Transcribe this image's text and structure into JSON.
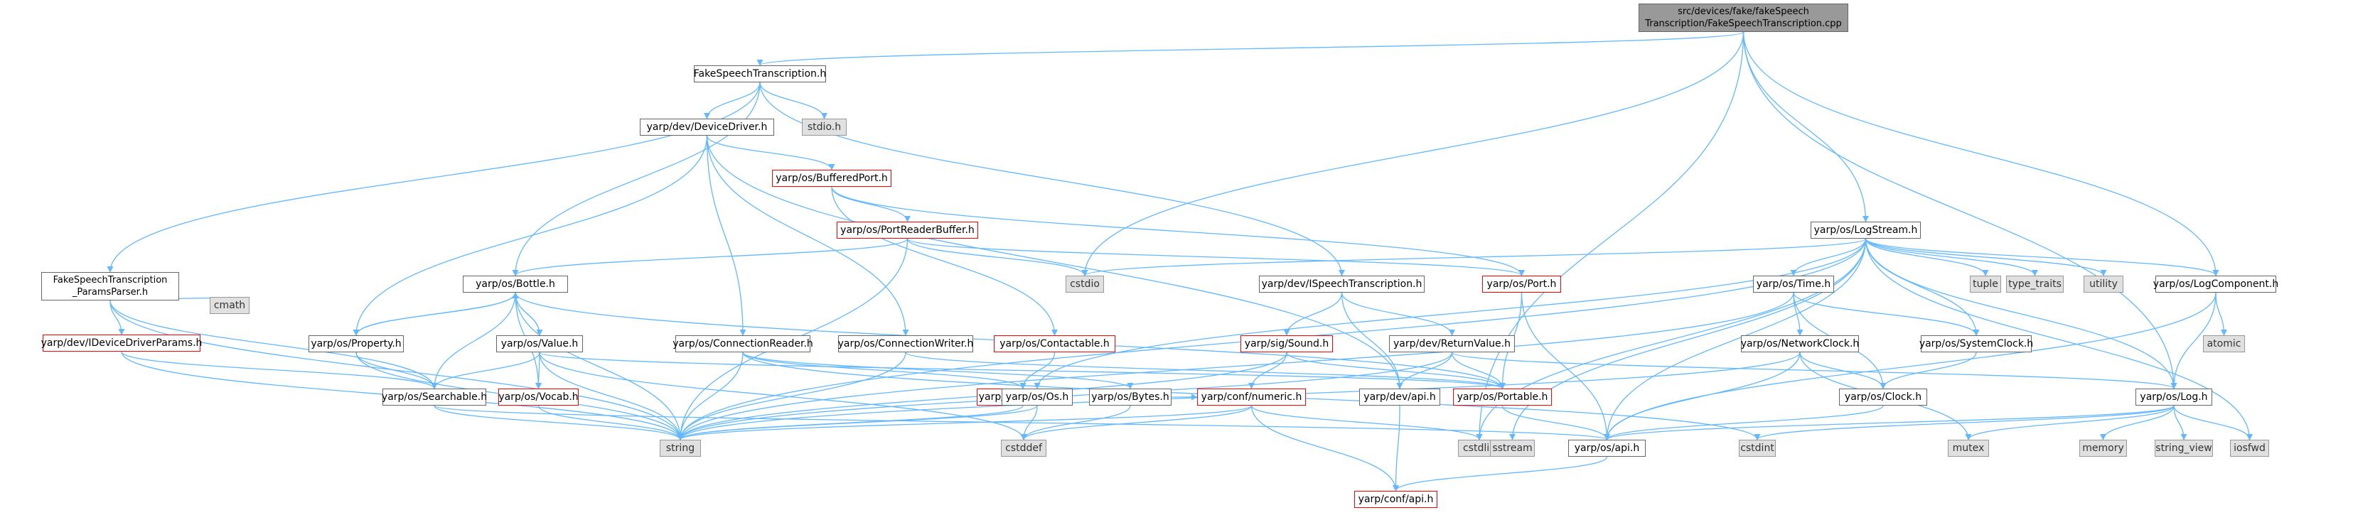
{
  "graph": {
    "colors": {
      "edge": "#63b8ff",
      "node_border": "#666666",
      "system_fill": "#e0e0e0",
      "incomplete_border": "#ff0000",
      "root_fill": "#999999"
    },
    "nodes": [
      {
        "id": "root",
        "label": "src/devices/fake/fakeSpeech\nTranscription/FakeSpeechTranscription.cpp",
        "kind": "root"
      },
      {
        "id": "fst_h",
        "label": "FakeSpeechTranscription.h",
        "kind": "normal"
      },
      {
        "id": "stdio_h",
        "label": "stdio.h",
        "kind": "system"
      },
      {
        "id": "devicedriver",
        "label": "yarp/dev/DeviceDriver.h",
        "kind": "normal"
      },
      {
        "id": "bufferedport",
        "label": "yarp/os/BufferedPort.h",
        "kind": "incomplete"
      },
      {
        "id": "portreaderbuffer",
        "label": "yarp/os/PortReaderBuffer.h",
        "kind": "incomplete"
      },
      {
        "id": "fst_parser",
        "label": "FakeSpeechTranscription\n_ParamsParser.h",
        "kind": "normal"
      },
      {
        "id": "cmath",
        "label": "cmath",
        "kind": "system"
      },
      {
        "id": "ideviceparams",
        "label": "yarp/dev/IDeviceDriverParams.h",
        "kind": "incomplete"
      },
      {
        "id": "bottle",
        "label": "yarp/os/Bottle.h",
        "kind": "normal"
      },
      {
        "id": "property",
        "label": "yarp/os/Property.h",
        "kind": "normal"
      },
      {
        "id": "value",
        "label": "yarp/os/Value.h",
        "kind": "normal"
      },
      {
        "id": "searchable",
        "label": "yarp/os/Searchable.h",
        "kind": "normal"
      },
      {
        "id": "vocab",
        "label": "yarp/os/Vocab.h",
        "kind": "incomplete"
      },
      {
        "id": "string",
        "label": "string",
        "kind": "system"
      },
      {
        "id": "connreader",
        "label": "yarp/os/ConnectionReader.h",
        "kind": "normal"
      },
      {
        "id": "connwriter",
        "label": "yarp/os/ConnectionWriter.h",
        "kind": "normal"
      },
      {
        "id": "contactable",
        "label": "yarp/os/Contactable.h",
        "kind": "incomplete"
      },
      {
        "id": "contact",
        "label": "yarp/os/Contact.h",
        "kind": "incomplete"
      },
      {
        "id": "cstdio",
        "label": "cstdio",
        "kind": "system"
      },
      {
        "id": "ispeech",
        "label": "yarp/dev/ISpeechTranscription.h",
        "kind": "normal"
      },
      {
        "id": "sound",
        "label": "yarp/sig/Sound.h",
        "kind": "incomplete"
      },
      {
        "id": "returnvalue",
        "label": "yarp/dev/ReturnValue.h",
        "kind": "normal"
      },
      {
        "id": "port",
        "label": "yarp/os/Port.h",
        "kind": "incomplete"
      },
      {
        "id": "os_h",
        "label": "yarp/os/Os.h",
        "kind": "normal"
      },
      {
        "id": "bytes",
        "label": "yarp/os/Bytes.h",
        "kind": "normal"
      },
      {
        "id": "numeric",
        "label": "yarp/conf/numeric.h",
        "kind": "incomplete"
      },
      {
        "id": "devapi",
        "label": "yarp/dev/api.h",
        "kind": "normal"
      },
      {
        "id": "portable",
        "label": "yarp/os/Portable.h",
        "kind": "incomplete"
      },
      {
        "id": "cstddef",
        "label": "cstddef",
        "kind": "system"
      },
      {
        "id": "cstdlib",
        "label": "cstdlib",
        "kind": "system"
      },
      {
        "id": "sstream",
        "label": "sstream",
        "kind": "system"
      },
      {
        "id": "osapi",
        "label": "yarp/os/api.h",
        "kind": "normal"
      },
      {
        "id": "confapi",
        "label": "yarp/conf/api.h",
        "kind": "incomplete"
      },
      {
        "id": "logstream",
        "label": "yarp/os/LogStream.h",
        "kind": "normal"
      },
      {
        "id": "time_h",
        "label": "yarp/os/Time.h",
        "kind": "normal"
      },
      {
        "id": "networkclock",
        "label": "yarp/os/NetworkClock.h",
        "kind": "normal"
      },
      {
        "id": "systemclock",
        "label": "yarp/os/SystemClock.h",
        "kind": "normal"
      },
      {
        "id": "clock",
        "label": "yarp/os/Clock.h",
        "kind": "normal"
      },
      {
        "id": "cstdint",
        "label": "cstdint",
        "kind": "system"
      },
      {
        "id": "mutex",
        "label": "mutex",
        "kind": "system"
      },
      {
        "id": "tuple",
        "label": "tuple",
        "kind": "system"
      },
      {
        "id": "type_traits",
        "label": "type_traits",
        "kind": "system"
      },
      {
        "id": "utility",
        "label": "utility",
        "kind": "system"
      },
      {
        "id": "logcomponent",
        "label": "yarp/os/LogComponent.h",
        "kind": "normal"
      },
      {
        "id": "atomic",
        "label": "atomic",
        "kind": "system"
      },
      {
        "id": "log",
        "label": "yarp/os/Log.h",
        "kind": "normal"
      },
      {
        "id": "memory",
        "label": "memory",
        "kind": "system"
      },
      {
        "id": "string_view",
        "label": "string_view",
        "kind": "system"
      },
      {
        "id": "iosfwd",
        "label": "iosfwd",
        "kind": "system"
      }
    ],
    "edges": [
      [
        "root",
        "fst_h"
      ],
      [
        "root",
        "cstdio"
      ],
      [
        "root",
        "cstdlib"
      ],
      [
        "root",
        "logstream"
      ],
      [
        "root",
        "logcomponent"
      ],
      [
        "root",
        "log"
      ],
      [
        "fst_h",
        "stdio_h"
      ],
      [
        "fst_h",
        "devicedriver"
      ],
      [
        "fst_h",
        "fst_parser"
      ],
      [
        "fst_h",
        "bottle"
      ],
      [
        "fst_h",
        "ispeech"
      ],
      [
        "devicedriver",
        "bufferedport"
      ],
      [
        "devicedriver",
        "property"
      ],
      [
        "devicedriver",
        "connreader"
      ],
      [
        "devicedriver",
        "connwriter"
      ],
      [
        "devicedriver",
        "devapi"
      ],
      [
        "bufferedport",
        "portreaderbuffer"
      ],
      [
        "bufferedport",
        "port"
      ],
      [
        "bufferedport",
        "contactable"
      ],
      [
        "portreaderbuffer",
        "bottle"
      ],
      [
        "portreaderbuffer",
        "cstdio"
      ],
      [
        "portreaderbuffer",
        "string"
      ],
      [
        "portreaderbuffer",
        "port"
      ],
      [
        "fst_parser",
        "cmath"
      ],
      [
        "fst_parser",
        "ideviceparams"
      ],
      [
        "fst_parser",
        "searchable"
      ],
      [
        "fst_parser",
        "string"
      ],
      [
        "ideviceparams",
        "searchable"
      ],
      [
        "ideviceparams",
        "string"
      ],
      [
        "bottle",
        "property"
      ],
      [
        "bottle",
        "value"
      ],
      [
        "bottle",
        "searchable"
      ],
      [
        "bottle",
        "vocab"
      ],
      [
        "bottle",
        "string"
      ],
      [
        "bottle",
        "portable"
      ],
      [
        "property",
        "bottle"
      ],
      [
        "property",
        "searchable"
      ],
      [
        "property",
        "string"
      ],
      [
        "value",
        "bottle"
      ],
      [
        "value",
        "searchable"
      ],
      [
        "value",
        "vocab"
      ],
      [
        "value",
        "string"
      ],
      [
        "value",
        "cstddef"
      ],
      [
        "value",
        "portable"
      ],
      [
        "searchable",
        "string"
      ],
      [
        "searchable",
        "osapi"
      ],
      [
        "vocab",
        "string"
      ],
      [
        "connreader",
        "contact"
      ],
      [
        "connreader",
        "string"
      ],
      [
        "connreader",
        "bytes"
      ],
      [
        "connreader",
        "cstdint"
      ],
      [
        "connwriter",
        "string"
      ],
      [
        "connwriter",
        "portable"
      ],
      [
        "contactable",
        "contact"
      ],
      [
        "contact",
        "string"
      ],
      [
        "ispeech",
        "sound"
      ],
      [
        "ispeech",
        "returnvalue"
      ],
      [
        "ispeech",
        "devapi"
      ],
      [
        "sound",
        "numeric"
      ],
      [
        "sound",
        "string"
      ],
      [
        "sound",
        "portable"
      ],
      [
        "returnvalue",
        "devapi"
      ],
      [
        "returnvalue",
        "portable"
      ],
      [
        "returnvalue",
        "log"
      ],
      [
        "returnvalue",
        "string"
      ],
      [
        "port",
        "portable"
      ],
      [
        "port",
        "osapi"
      ],
      [
        "os_h",
        "string"
      ],
      [
        "os_h",
        "cstddef"
      ],
      [
        "bytes",
        "cstddef"
      ],
      [
        "bytes",
        "numeric"
      ],
      [
        "numeric",
        "confapi"
      ],
      [
        "numeric",
        "cstddef"
      ],
      [
        "numeric",
        "cstdlib"
      ],
      [
        "numeric",
        "string"
      ],
      [
        "devapi",
        "confapi"
      ],
      [
        "portable",
        "osapi"
      ],
      [
        "osapi",
        "confapi"
      ],
      [
        "logstream",
        "cstdio"
      ],
      [
        "logstream",
        "string"
      ],
      [
        "logstream",
        "time_h"
      ],
      [
        "logstream",
        "tuple"
      ],
      [
        "logstream",
        "type_traits"
      ],
      [
        "logstream",
        "utility"
      ],
      [
        "logstream",
        "logcomponent"
      ],
      [
        "logstream",
        "log"
      ],
      [
        "logstream",
        "iosfwd"
      ],
      [
        "logstream",
        "sstream"
      ],
      [
        "logstream",
        "os_h"
      ],
      [
        "logstream",
        "osapi"
      ],
      [
        "logstream",
        "systemclock"
      ],
      [
        "logstream",
        "cstdlib"
      ],
      [
        "time_h",
        "networkclock"
      ],
      [
        "time_h",
        "systemclock"
      ],
      [
        "time_h",
        "clock"
      ],
      [
        "time_h",
        "string"
      ],
      [
        "networkclock",
        "clock"
      ],
      [
        "networkclock",
        "mutex"
      ],
      [
        "networkclock",
        "osapi"
      ],
      [
        "networkclock",
        "string"
      ],
      [
        "systemclock",
        "clock"
      ],
      [
        "clock",
        "osapi"
      ],
      [
        "logcomponent",
        "atomic"
      ],
      [
        "logcomponent",
        "log"
      ],
      [
        "logcomponent",
        "osapi"
      ],
      [
        "log",
        "osapi"
      ],
      [
        "log",
        "cstdint"
      ],
      [
        "log",
        "memory"
      ],
      [
        "log",
        "string_view"
      ],
      [
        "log",
        "iosfwd"
      ],
      [
        "log",
        "mutex"
      ]
    ]
  }
}
